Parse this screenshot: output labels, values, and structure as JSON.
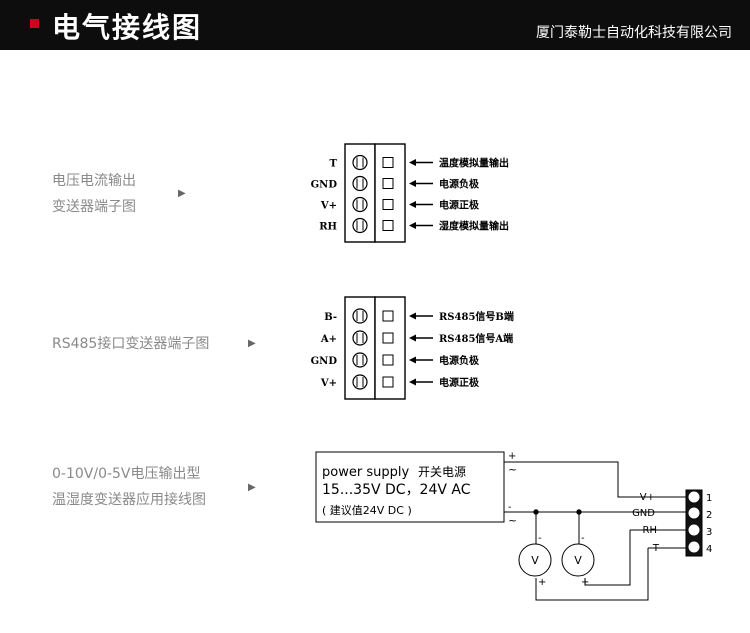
{
  "header": {
    "title": "电气接线图",
    "company": "厦门泰勒士自动化科技有限公司",
    "accent_color": "#d3001d"
  },
  "sections": [
    {
      "label_lines": [
        "电压电流输出",
        "变送器端子图"
      ],
      "arrow_icon": "triangle-right-icon",
      "terminals": [
        {
          "pin": "T",
          "desc": "温度模拟量输出"
        },
        {
          "pin": "GND",
          "desc": "电源负极"
        },
        {
          "pin": "V+",
          "desc": "电源正极"
        },
        {
          "pin": "RH",
          "desc": "湿度模拟量输出"
        }
      ]
    },
    {
      "label_lines": [
        "RS485接口变送器端子图"
      ],
      "arrow_icon": "triangle-right-icon",
      "terminals": [
        {
          "pin": "B-",
          "desc": "RS485信号B端"
        },
        {
          "pin": "A+",
          "desc": "RS485信号A端"
        },
        {
          "pin": "GND",
          "desc": "电源负极"
        },
        {
          "pin": "V+",
          "desc": "电源正极"
        }
      ]
    },
    {
      "label_lines": [
        "0-10V/0-5V电压输出型",
        "温湿度变送器应用接线图"
      ],
      "arrow_icon": "triangle-right-icon",
      "power_supply": {
        "line1_en": "power supply",
        "line1_cn": "开关电源",
        "line2": "15...35V DC，24V  AC",
        "line3": "( 建议值24V DC )",
        "plus": "+",
        "minus": "-",
        "tilde": "~"
      },
      "wires": [
        {
          "label": "V+",
          "num": "1"
        },
        {
          "label": "GND",
          "num": "2"
        },
        {
          "label": "RH",
          "num": "3"
        },
        {
          "label": "T",
          "num": "4"
        }
      ],
      "meter_label": "V",
      "meter_plus": "+",
      "meter_minus": "-"
    }
  ]
}
